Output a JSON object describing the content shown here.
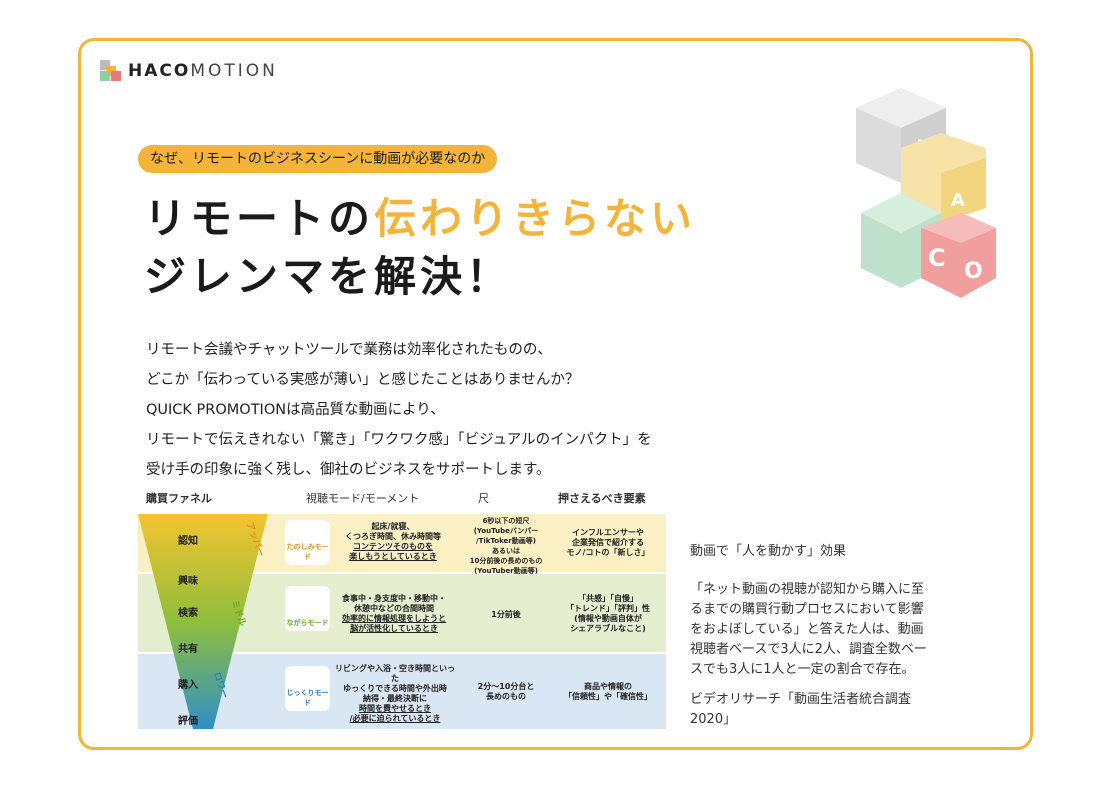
{
  "brand": {
    "logo_bold": "HACO",
    "logo_light": "MOTION",
    "accent": "#f4b43a"
  },
  "pill": "なぜ、リモートのビジネスシーンに動画が必要なのか",
  "headline": {
    "line1_plain": "リモートの",
    "line1_accent": "伝わりきらない",
    "line2": "ジレンマを解決！"
  },
  "body": [
    "リモート会議やチャットツールで業務は効率化されたものの、",
    "どこか「伝わっている実感が薄い」と感じたことはありませんか？",
    "QUICK PROMOTIONは高品質な動画により、",
    "リモートで伝えきれない「驚き」「ワクワク感」「ビジュアルのインパクト」を",
    "受け手の印象に強く残し、御社のビジネスをサポートします。"
  ],
  "diagram": {
    "headers": [
      "購買ファネル",
      "視聴モード/モーメント",
      "尺",
      "押さえるべき要素"
    ],
    "funnel": [
      "認知",
      "興味",
      "検索",
      "共有",
      "購入",
      "評価"
    ],
    "rows": [
      {
        "stage": "アッパー",
        "mode": "たのしみモード",
        "moment": [
          "起床/就寝、",
          "くつろぎ時間、休み時間等",
          "コンテンツそのものを",
          "楽しもうとしているとき"
        ],
        "length": [
          "6秒以下の短尺",
          "(YouTubeバンパー",
          "/TikToker動画等)",
          "あるいは",
          "10分前後の長めのもの",
          "(YouTuber動画等)"
        ],
        "element": [
          "インフルエンサーや",
          "企業発信で紹介する",
          "モノ/コトの「新しさ」"
        ]
      },
      {
        "stage": "ミドル",
        "mode": "ながらモード",
        "moment": [
          "食事中・身支度中・移動中・",
          "休憩中などの合間時間",
          "効率的に情報処理をしようと",
          "脳が活性化しているとき"
        ],
        "length": [
          "1分前後"
        ],
        "element": [
          "「共感」「自慢」",
          "「トレンド」「評判」性",
          "(情報や動画自体が",
          "シェアラブルなこと)"
        ]
      },
      {
        "stage": "ロワー",
        "mode": "じっくりモード",
        "moment": [
          "リビングや入浴・空き時間といった",
          "ゆっくりできる時間や外出時",
          "納得・最終決断に",
          "時間を費やせるとき",
          "/必要に迫られているとき"
        ],
        "length": [
          "2分〜10分台と",
          "長めのもの"
        ],
        "element": [
          "商品や情報の",
          "「信頼性」や「確信性」"
        ]
      }
    ]
  },
  "side": {
    "title": "動画で「人を動かす」効果",
    "quote": [
      "「ネット動画の視聴が認知から購入に至",
      "るまでの購買行動プロセスにおいて影響",
      "をおよぼしている」と答えた人は、動画",
      "視聴者ベースで3人に2人、調査全数ベー",
      "スでも3人に1人と一定の割合で存在。"
    ],
    "source": [
      "ビデオリサーチ「動画生活者統合調査",
      "2020」"
    ]
  }
}
